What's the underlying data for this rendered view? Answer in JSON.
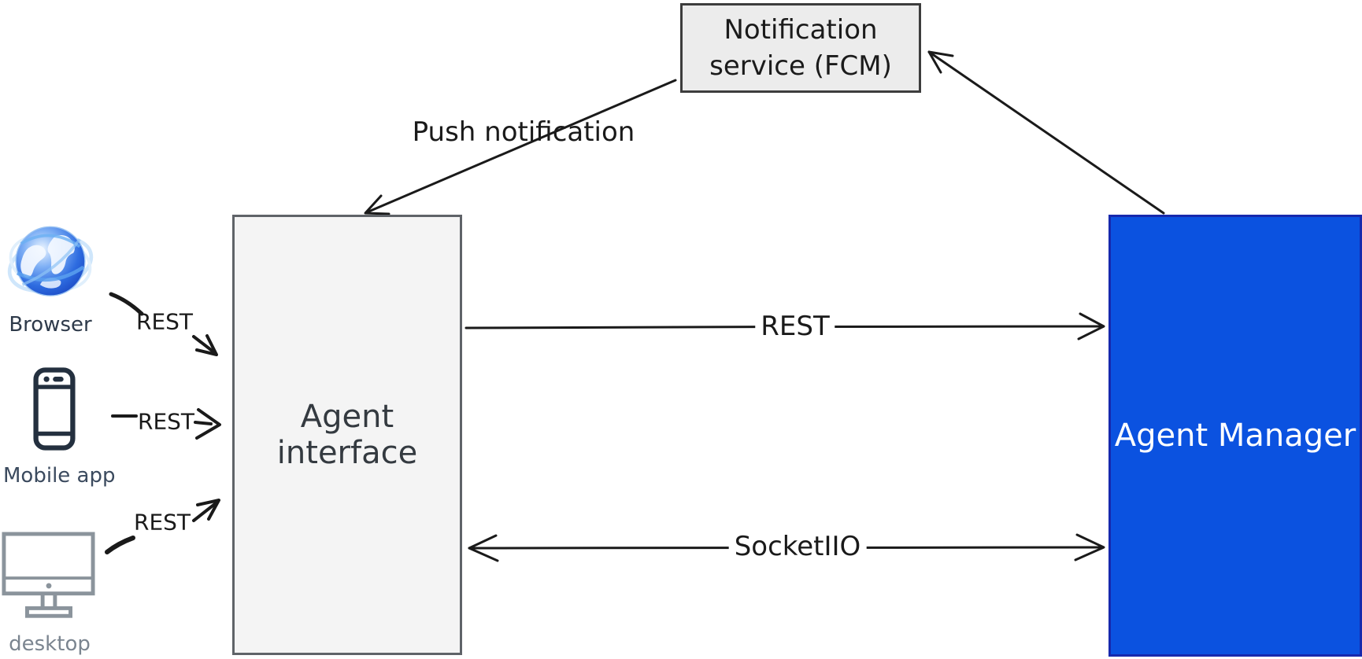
{
  "nodes": {
    "notification": {
      "line1": "Notification",
      "line2": "service (FCM)"
    },
    "agent_interface": {
      "label": "Agent interface"
    },
    "agent_manager": {
      "label": "Agent Manager"
    }
  },
  "edges": {
    "push": {
      "label": "Push notification"
    },
    "rest_main": {
      "label": "REST"
    },
    "socket": {
      "label": "SocketIIO"
    },
    "browser_rest": {
      "label": "REST"
    },
    "mobile_rest": {
      "label": "REST"
    },
    "desktop_rest": {
      "label": "REST"
    }
  },
  "clients": {
    "browser": {
      "label": "Browser"
    },
    "mobile": {
      "label": "Mobile app"
    },
    "desktop": {
      "label": "desktop"
    }
  },
  "colors": {
    "agent_manager_fill": "#0b52e0",
    "agent_manager_border": "#1729ad",
    "notification_fill": "#ececec",
    "notification_border": "#3d3d3d",
    "interface_fill": "#f4f4f4",
    "interface_border": "#5f6368",
    "arrow_line": "#1a1a1a",
    "manager_text": "#ffffff"
  }
}
